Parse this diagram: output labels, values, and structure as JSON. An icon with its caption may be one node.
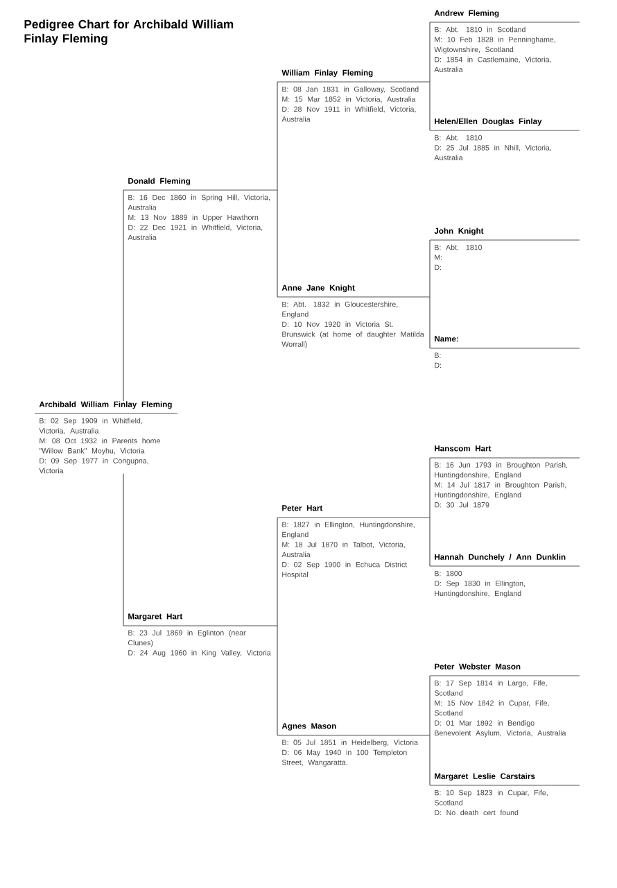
{
  "diagram": {
    "title": "Pedigree Chart for Archibald William Finlay Fleming",
    "nodes": [
      {
        "text": [
          "Archibald William Finlay Fleming",
          "B: 02 Sep 1909 in Whitfield, Victoria, Australia",
          "M: 08 Oct 1932 in Parents home \"Willow Bank\" Moyhu, Victoria",
          "D: 09 Sep 1977 in Congupna, Victoria"
        ]
      },
      {
        "text": [
          "Donald Fleming",
          "B: 16 Dec 1860 in Spring Hill, Victoria, Australia",
          "M: 13 Nov 1889 in Upper Hawthorn",
          "D: 22 Dec 1921 in Whitfield, Victoria, Australia"
        ]
      },
      {
        "text": [
          "William Finlay Fleming",
          "B: 08 Jan 1831 in Galloway, Scotland",
          "M: 15 Mar 1852 in Victoria, Australia",
          "D: 28 Nov 1911 in Whitfield, Victoria, Australia"
        ]
      },
      {
        "text": [
          "Andrew Fleming",
          "B: Abt. 1810 in Scotland",
          "M: 10 Feb 1828 in Penninghame, Wigtownshire, Scotland",
          "D: 1854 in Castlemaine, Victoria, Australia"
        ]
      },
      {
        "text": [
          "Helen/Ellen Douglas Finlay",
          "B: Abt. 1810",
          "D: 25 Jul 1885 in Nhill, Victoria, Australia"
        ]
      },
      {
        "text": [
          "Anne Jane Knight",
          "B: Abt. 1832 in Gloucestershire, England",
          "D: 10 Nov 1920 in Victoria St. Brunswick (at home of daughter Matilda Worrall)"
        ]
      },
      {
        "text": [
          "John Knight",
          "B: Abt. 1810",
          "M:",
          "D:"
        ]
      },
      {
        "text": [
          "Name:",
          "B:",
          "D:"
        ]
      },
      {
        "text": [
          "Margaret Hart",
          "B: 23 Jul 1869 in Eglinton (near Clunes)",
          "D: 24 Aug 1960 in King Valley, Victoria"
        ]
      },
      {
        "text": [
          "Peter Hart",
          "B: 1827 in Ellington, Huntingdonshire, England",
          "M: 18 Jul 1870 in Talbot, Victoria, Australia",
          "D: 02 Sep 1900 in Echuca District Hospital"
        ]
      },
      {
        "text": [
          "Hanscom Hart",
          "B: 16 Jun 1793 in Broughton Parish, Huntingdonshire, England",
          "M: 14 Jul 1817 in Broughton Parish, Huntingdonshire, England",
          "D: 30 Jul 1879"
        ]
      },
      {
        "text": [
          "Hannah Dunchely / Ann Dunklin",
          "B: 1800",
          "D: Sep 1830 in Ellington, Huntingdonshire, England"
        ]
      },
      {
        "text": [
          "Agnes Mason",
          "B: 05 Jul 1851 in Heidelberg, Victoria",
          "D: 06 May 1940 in 100 Templeton Street, Wangaratta."
        ]
      },
      {
        "text": [
          "Peter Webster Mason",
          "B: 17 Sep 1814 in Largo, Fife, Scotland",
          "M: 15 Nov 1842 in Cupar, Fife, Scotland",
          "D: 01 Mar 1892 in Bendigo Benevolent Asylum, Victoria, Australia"
        ]
      },
      {
        "text": [
          "Margaret Leslie Carstairs",
          "B: 10 Sep 1823 in Cupar, Fife, Scotland",
          "D: No death cert found"
        ]
      }
    ],
    "edges": [
      {
        "from": 0,
        "to": 1,
        "arrow": "none"
      },
      {
        "from": 0,
        "to": 8,
        "arrow": "none"
      },
      {
        "from": 1,
        "to": 2,
        "arrow": "none"
      },
      {
        "from": 1,
        "to": 5,
        "arrow": "none"
      },
      {
        "from": 2,
        "to": 3,
        "arrow": "none"
      },
      {
        "from": 2,
        "to": 4,
        "arrow": "none"
      },
      {
        "from": 5,
        "to": 6,
        "arrow": "none"
      },
      {
        "from": 5,
        "to": 7,
        "arrow": "none"
      },
      {
        "from": 8,
        "to": 9,
        "arrow": "none"
      },
      {
        "from": 8,
        "to": 12,
        "arrow": "none"
      },
      {
        "from": 9,
        "to": 10,
        "arrow": "none"
      },
      {
        "from": 9,
        "to": 11,
        "arrow": "none"
      },
      {
        "from": 12,
        "to": 13,
        "arrow": "none"
      },
      {
        "from": 12,
        "to": 14,
        "arrow": "none"
      }
    ]
  }
}
